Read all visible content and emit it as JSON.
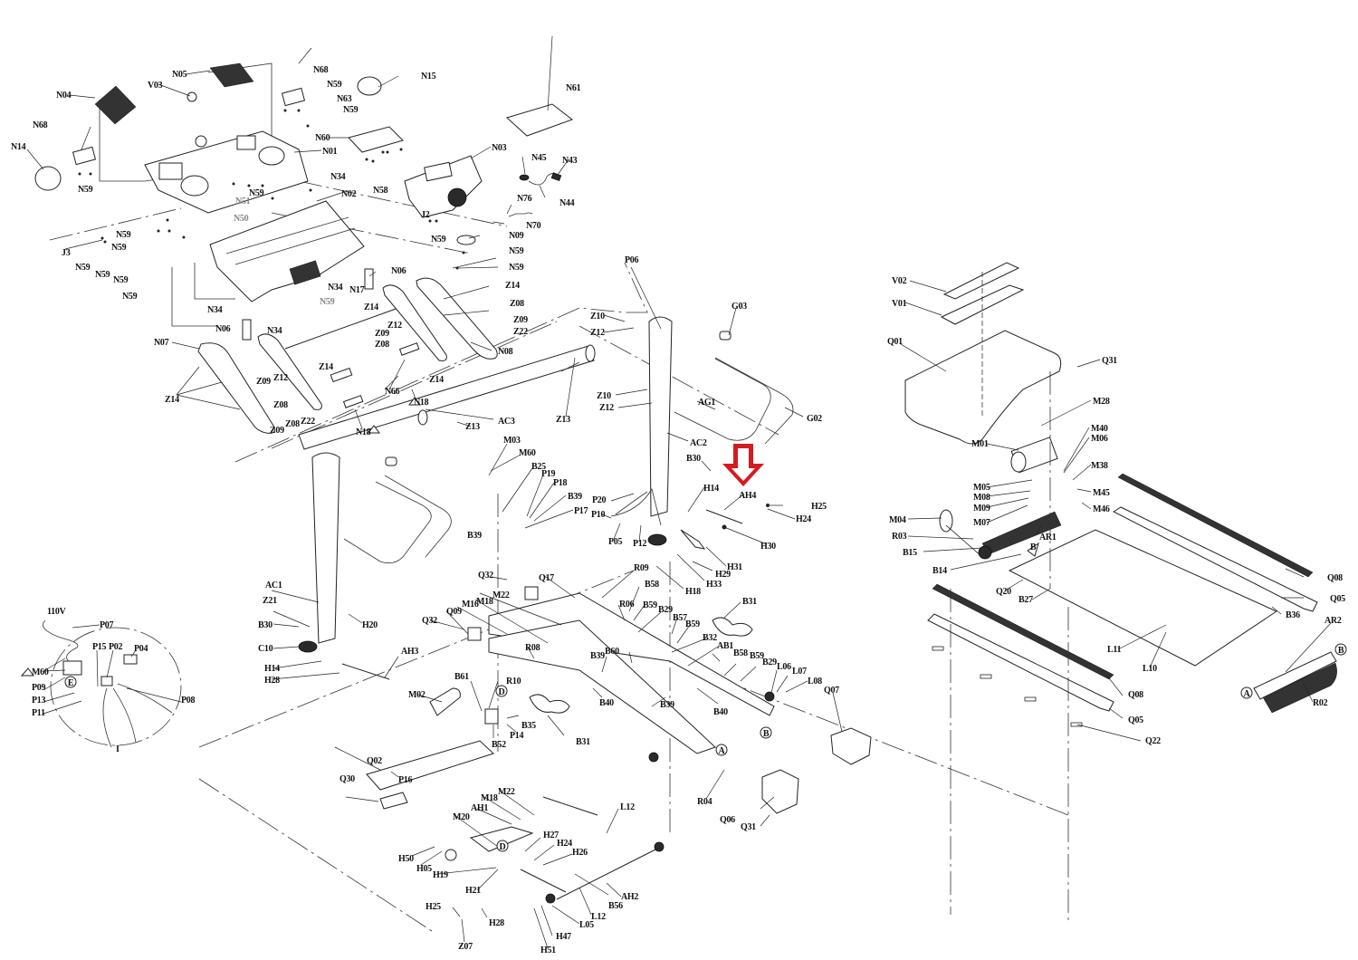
{
  "diagram": {
    "title": "Treadmill exploded parts diagram",
    "highlight": {
      "part": "AH4",
      "indicator": "red-down-arrow",
      "color": "#d71a1f"
    },
    "voltage_label": "110V",
    "labels": {
      "N04": "N04",
      "N05": "N05",
      "V03": "V03",
      "N68a": "N68",
      "N68b": "N68",
      "N59_1": "N59",
      "N63": "N63",
      "N59_2": "N59",
      "N15": "N15",
      "N61": "N61",
      "N14": "N14",
      "N01": "N01",
      "N60": "N60",
      "N03": "N03",
      "N59_3": "N59",
      "N34_1": "N34",
      "N59_4": "N59",
      "N58": "N58",
      "N45": "N45",
      "N43": "N43",
      "N44": "N44",
      "N76": "N76",
      "N02": "N02",
      "N51": "N51",
      "N50": "N50",
      "J2": "J2",
      "N70": "N70",
      "N59_5": "N59",
      "N09": "N09",
      "N59_6": "N59",
      "N59_7": "N59",
      "N59_8": "N59",
      "J3": "J3",
      "N59_9": "N59",
      "N59_10": "N59",
      "N59_11": "N59",
      "N59_12": "N59",
      "N59_13": "N59",
      "P06": "P06",
      "N06a": "N06",
      "N34_2": "N34",
      "N17": "N17",
      "Z14a": "Z14",
      "Z08a": "Z08",
      "Z09a": "Z09",
      "Z22a": "Z22",
      "N34_3": "N34",
      "N59_14": "N59",
      "N06b": "N06",
      "N34_4": "N34",
      "Z14b": "Z14",
      "Z10a": "Z10",
      "Z12a": "Z12",
      "G03": "G03",
      "Z12b": "Z12",
      "Z09b": "Z09",
      "Z08b": "Z08",
      "N08": "N08",
      "N07": "N07",
      "Z14c": "Z14",
      "Z14d": "Z14",
      "Z09c": "Z09",
      "Z12c": "Z12",
      "Z14e": "Z14",
      "Z10b": "Z10",
      "Z12d": "Z12",
      "AG1": "AG1",
      "G02": "G02",
      "N66": "N66",
      "N18a": "N18",
      "Z08c": "Z08",
      "Z08d": "Z08",
      "Z22b": "Z22",
      "Z09d": "Z09",
      "N18b": "N18",
      "AC3": "AC3",
      "Z13a": "Z13",
      "Z13b": "Z13",
      "AC2": "AC2",
      "M03": "M03",
      "M60a": "M60",
      "B25": "B25",
      "P19": "P19",
      "P18": "P18",
      "B39a": "B39",
      "P17": "P17",
      "P20": "P20",
      "P10": "P10",
      "P05": "P05",
      "P12": "P12",
      "B30a": "B30",
      "H14a": "H14",
      "AH4": "AH4",
      "H25a": "H25",
      "H24a": "H24",
      "H30": "H30",
      "H31": "H31",
      "H29": "H29",
      "H33": "H33",
      "H18": "H18",
      "R09": "R09",
      "B39b": "B39",
      "V02": "V02",
      "V01": "V01",
      "Q01": "Q01",
      "Q31a": "Q31",
      "M28": "M28",
      "M01": "M01",
      "M40": "M40",
      "M06": "M06",
      "M38": "M38",
      "M05": "M05",
      "M08": "M08",
      "M09": "M09",
      "M07": "M07",
      "M45": "M45",
      "M46": "M46",
      "M04": "M04",
      "R03": "R03",
      "B15": "B15",
      "B14": "B14",
      "AR1": "AR1",
      "Q20": "Q20",
      "B27": "B27",
      "Q08a": "Q08",
      "Q05a": "Q05",
      "B36": "B36",
      "L11": "L11",
      "L10": "L10",
      "AR2": "AR2",
      "R02": "R02",
      "Q08b": "Q08",
      "Q05b": "Q05",
      "Q22": "Q22",
      "P07": "P07",
      "P15": "P15",
      "P02": "P02",
      "P04": "P04",
      "M60b": "M60",
      "P09": "P09",
      "P13": "P13",
      "P11": "P11",
      "P08": "P08",
      "AC1": "AC1",
      "Z21": "Z21",
      "B30b": "B30",
      "C10": "C10",
      "H14b": "H14",
      "H28a": "H28",
      "H20": "H20",
      "AH3": "AH3",
      "Q32a": "Q32",
      "Q17": "Q17",
      "M22a": "M22",
      "M16": "M16",
      "M18a": "M18",
      "Q09": "Q09",
      "Q32b": "Q32",
      "R08": "R08",
      "R06": "R06",
      "B58a": "B58",
      "B59a": "B59",
      "B29a": "B29",
      "B57": "B57",
      "B59b": "B59",
      "B31a": "B31",
      "B32": "B32",
      "AB1": "AB1",
      "B58b": "B58",
      "B59c": "B59",
      "B29b": "B29",
      "L06": "L06",
      "L07": "L07",
      "L08": "L08",
      "Q07": "Q07",
      "B60": "B60",
      "B39c": "B39",
      "B39d": "B39",
      "B40a": "B40",
      "B40b": "B40",
      "B61": "B61",
      "R10": "R10",
      "M02": "M02",
      "B35": "B35",
      "P14": "P14",
      "B52": "B52",
      "B31b": "B31",
      "R04": "R04",
      "Q06": "Q06",
      "Q31b": "Q31",
      "Q02": "Q02",
      "P16": "P16",
      "Q30": "Q30",
      "M22b": "M22",
      "M18b": "M18",
      "AH1": "AH1",
      "M20": "M20",
      "H27": "H27",
      "L12a": "L12",
      "H24b": "H24",
      "H26": "H26",
      "H50": "H50",
      "H05": "H05",
      "H19": "H19",
      "H21": "H21",
      "B56": "B56",
      "AH2": "AH2",
      "L12b": "L12",
      "L05": "L05",
      "H25b": "H25",
      "H28b": "H28",
      "H47": "H47",
      "Z07": "Z07",
      "H51": "H51"
    },
    "callouts": {
      "A1": "A",
      "A2": "A",
      "B1": "B",
      "B2": "B",
      "B3": "B",
      "D1": "D",
      "D2": "D",
      "E1": "E",
      "I1": "I"
    }
  }
}
